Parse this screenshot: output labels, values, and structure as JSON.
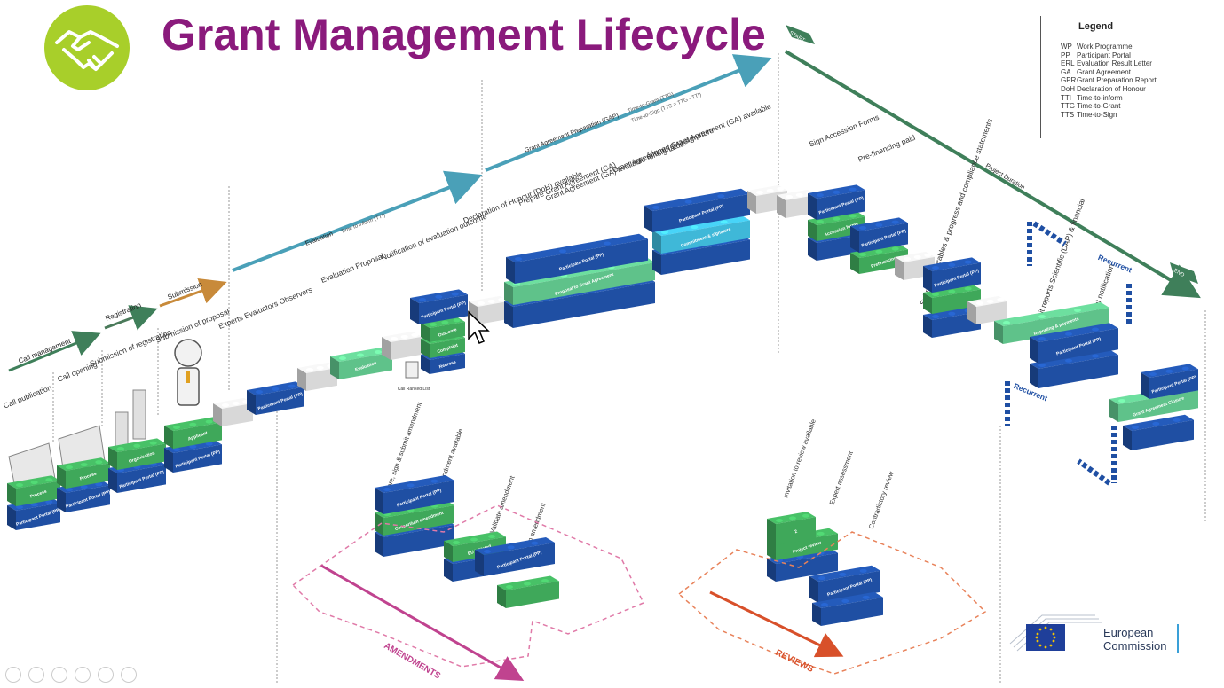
{
  "title": "Grant Management Lifecycle",
  "legend": {
    "heading": "Legend",
    "items": [
      {
        "abbr": "WP",
        "text": "Work Programme"
      },
      {
        "abbr": "PP",
        "text": "Participant Portal"
      },
      {
        "abbr": "ERL",
        "text": "Evaluation Result Letter"
      },
      {
        "abbr": "GA",
        "text": "Grant Agreement"
      },
      {
        "abbr": "GPR",
        "text": "Grant Preparation Report"
      },
      {
        "abbr": "DoH",
        "text": "Declaration of Honour"
      },
      {
        "abbr": "TTI",
        "text": "Time-to-inform"
      },
      {
        "abbr": "TTG",
        "text": "Time-to-Grant"
      },
      {
        "abbr": "TTS",
        "text": "Time-to-Sign"
      }
    ]
  },
  "phases": {
    "call_management": "Call management",
    "registration": "Registration",
    "submission": "Submission",
    "evaluation": "Evaluation",
    "tti": "Time to inform (TTI)",
    "gap": "Grant Agreement Preparation (GAP)",
    "ttg": "Time-to-Grant (TTG)",
    "tts": "Time-to-Sign (TTS = TTG - TTI)",
    "project_duration": "Project Duration",
    "start": "START",
    "end": "END"
  },
  "steps": {
    "call_publication": "Call publication",
    "call_opening": "Call opening",
    "submission_of_registration": "Submission of registration",
    "submission_of_proposal": "Submission of proposal",
    "experts": "Experts Evaluators Observers",
    "evaluation_proposal": "Evaluation Proposal",
    "notification": "Notification of evaluation outcome",
    "doh": "Declaration of Honour (DoH) available",
    "prepare_ga": "Prepare Grant Agreement (GA)",
    "ga_available": "Grant Agreement (GA) available for signature",
    "ga_signature": "Grant Agreement (GA) signature",
    "signed_ga": "Signed Grant Agreement (GA) available",
    "sign_accession": "Sign Accession Forms",
    "prefinancing": "Pre-financing paid",
    "submit_deliverables": "Submit deliverables & progress and compliance statements",
    "submit_reports": "Submit reports Scientific (DAP) & financial",
    "payment": "Payment notification",
    "recurrent": "Recurrent",
    "prepare_amendment": "Prepare, sign & submit amendment",
    "signed_amendment": "Signed amendment available",
    "validate_amendment": "Validate amendment",
    "sign_amendment": "Sign amendment",
    "invitation_review": "Invitation to review available",
    "expert_assessment": "Expert assessment",
    "contradictory_review": "Contradictory review"
  },
  "bricks": {
    "process": "Process",
    "participant_portal": "Participant Portal (PP)",
    "organisation": "Organisation",
    "applicant": "Applicant",
    "evaluation": "Evaluation",
    "outcome": "Outcome",
    "complaint": "Complaint",
    "redress": "Redress",
    "proposal_to_ga": "Proposal to Grant Agreement",
    "commitment": "Commitment & signature",
    "accession_forms": "Accession forms",
    "prefinancing": "Prefinancing",
    "reporting": "Reporting & payments",
    "grant_closure": "Grant Agreement Closure",
    "consortium": "Consortium amendment",
    "eu_initiated": "EU initiated",
    "project_review": "Project review",
    "call_ranked_list": "Call Ranked List",
    "review_number": "2"
  },
  "bottom_labels": {
    "amendments": "AMENDMENTS",
    "reviews": "REVIEWS"
  },
  "footer": {
    "ec_line1": "European",
    "ec_line2": "Commission"
  },
  "colors": {
    "title": "#8a1a7c",
    "logo": "#a8cf2a",
    "blue_brick": "#1f4fa3",
    "green_brick": "#3fa85a",
    "light_green_brick": "#5fc28a",
    "grey_brick": "#d8d8d8",
    "cyan_brick": "#3fb8d8",
    "amendments": "#c0438f",
    "reviews": "#d8502a",
    "phase_green": "#3f7f5a",
    "phase_teal": "#4aa0b8"
  },
  "icons": [
    "handshake-icon",
    "cursor-icon",
    "person-icon",
    "laptop-icon",
    "document-icon",
    "eu-flag-icon"
  ]
}
